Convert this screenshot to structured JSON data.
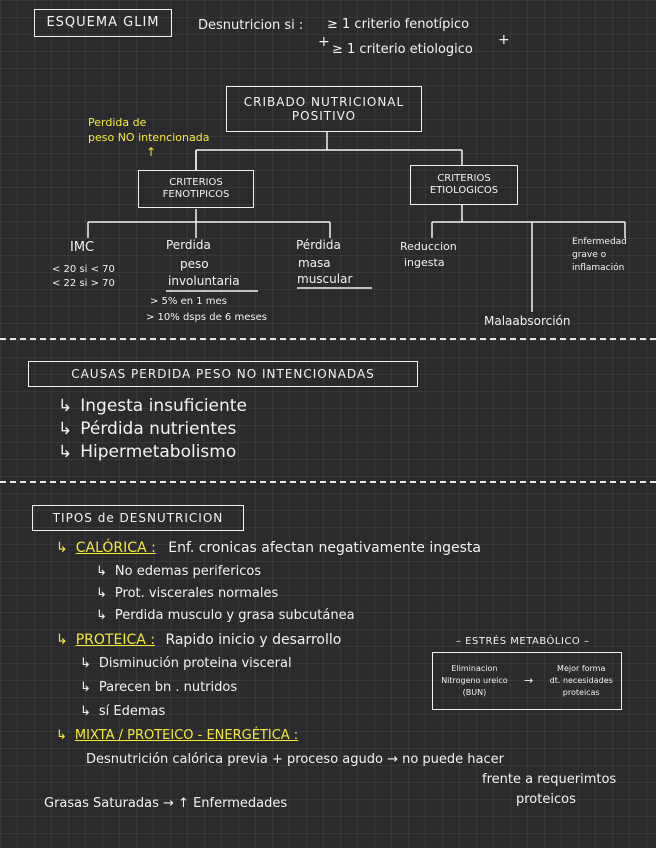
{
  "header": {
    "title": "ESQUEMA GLIM",
    "desnut_label": "Desnutricion si :",
    "criterion_1": "≥ 1 criterio fenotípico",
    "criterion_plus": "+",
    "criterion_2": "≥ 1 criterio etiologico",
    "criterion_plus_2": "+"
  },
  "diagram": {
    "root_line1": "CRIBADO NUTRICIONAL",
    "root_line2": "POSITIVO",
    "note_line1": "Perdida de",
    "note_line2": "peso NO intencionada",
    "note_arrow": "↑",
    "feno_line1": "CRITERIOS",
    "feno_line2": "FENOTIPICOS",
    "etio_line1": "CRITERIOS",
    "etio_line2": "ETIOLOGICOS",
    "imc_title": "IMC",
    "imc_line1": "< 20 si < 70",
    "imc_line2": "< 22 si > 70",
    "perdida_peso_line1": "Perdida",
    "perdida_peso_line2": "peso",
    "perdida_peso_line3": "involuntaria",
    "perdida_peso_detail1": "> 5% en 1 mes",
    "perdida_peso_detail2": "> 10% dsps de 6 meses",
    "masa_line1": "Pérdida",
    "masa_line2": "masa",
    "masa_line3": "muscular",
    "reduccion_line1": "Reduccion",
    "reduccion_line2": "ingesta",
    "enfermedad_line1": "Enfermedad",
    "enfermedad_line2": "grave o",
    "enfermedad_line3": "inflamación",
    "malabsorcion": "Malaabsorción"
  },
  "causas": {
    "title": "CAUSAS PERDIDA PESO NO INTENCIONADAS",
    "items": [
      "Ingesta insuficiente",
      "Pérdida nutrientes",
      "Hipermetabolismo"
    ],
    "arrow": "↳"
  },
  "tipos": {
    "title": "TIPOS de DESNUTRICION",
    "arrow": "↳",
    "calorica_label": "CALÓRICA :",
    "calorica_desc": "Enf. cronicas afectan negativamente ingesta",
    "calorica_items": [
      "No edemas perifericos",
      "Prot. viscerales normales",
      "Perdida musculo y grasa subcutánea"
    ],
    "proteica_label": "PROTEICA :",
    "proteica_desc": "Rapido inicio y desarrollo",
    "proteica_items": [
      "Disminución proteina visceral",
      "Parecen bn . nutridos",
      "sí Edemas"
    ],
    "mixta_label": "MIXTA / PROTEICO - ENERGÉTICA :",
    "mixta_desc": "Desnutrición calórica previa + proceso agudo → no puede hacer",
    "mixta_desc2": "frente a requerimtos",
    "mixta_desc3": "proteicos",
    "grasas": "Grasas Saturadas → ↑ Enfermedades"
  },
  "estres": {
    "title": "– ESTRÉS METABÓLICO –",
    "left_line1": "Eliminacion",
    "left_line2": "Nitrogeno ureico",
    "left_line3": "(BUN)",
    "arrow": "→",
    "right_line1": "Mejor forma",
    "right_line2": "dt. necesidades",
    "right_line3": "proteicas"
  },
  "colors": {
    "background": "#2b2b2d",
    "ink": "#f2f2f2",
    "highlight": "#f6e93b"
  }
}
